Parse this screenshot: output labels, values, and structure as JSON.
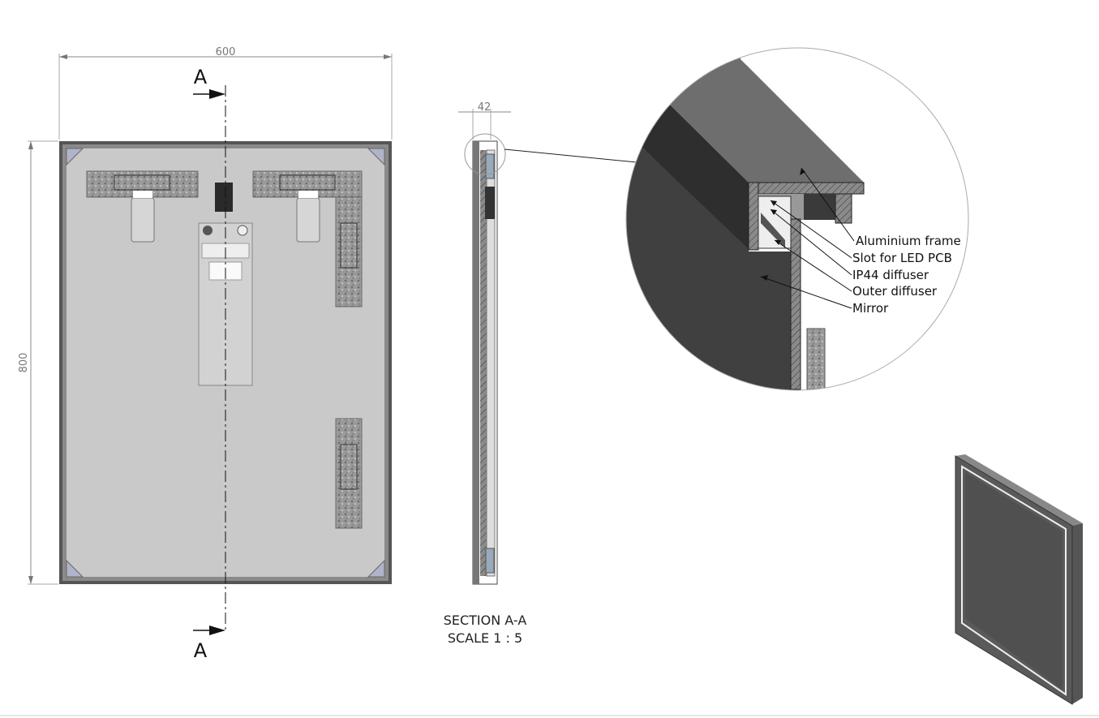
{
  "dimensions": {
    "width": "600",
    "height": "800",
    "depth": "42"
  },
  "section_marker": {
    "top": "A",
    "bottom": "A"
  },
  "section_caption": {
    "line1": "SECTION A-A",
    "line2": "SCALE 1 : 5"
  },
  "detail_labels": [
    "Aluminium frame",
    "Slot for LED PCB",
    "IP44 diffuser",
    "Outer diffuser",
    "Mirror"
  ],
  "colors": {
    "frame": "#555555",
    "panel": "#c9c9c9",
    "mirror": "#404040",
    "frame_top": "#6e6e6e",
    "hatch": "#8a8a8a"
  }
}
